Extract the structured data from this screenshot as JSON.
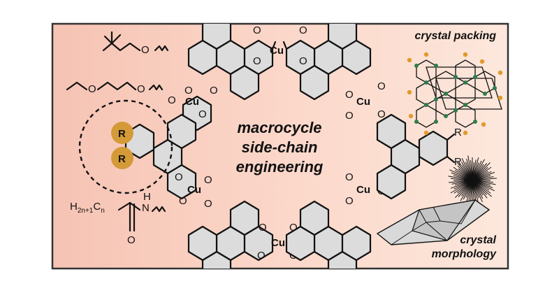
{
  "center_text": {
    "line1": "macrocycle",
    "line2": "side-chain",
    "line3": "engineering"
  },
  "labels": {
    "crystal_packing": "crystal packing",
    "crystal_morph_1": "crystal",
    "crystal_morph_2": "morphology"
  },
  "atoms": {
    "copper": "Cu",
    "oxygen": "O",
    "r_group": "R",
    "nitrogen": "N",
    "hydrogen": "H"
  },
  "formula": {
    "h_part": "H",
    "h_sub": "2n+1",
    "c_part": "C",
    "c_sub": "n"
  },
  "colors": {
    "background_left": "#f6c3b3",
    "background_right": "#fde4d8",
    "r_group_fill": "#d39a37",
    "green_node": "#2e7d4a",
    "orange_node": "#e19a2d",
    "ring_fill": "#dcdcdc",
    "border": "#333333"
  }
}
